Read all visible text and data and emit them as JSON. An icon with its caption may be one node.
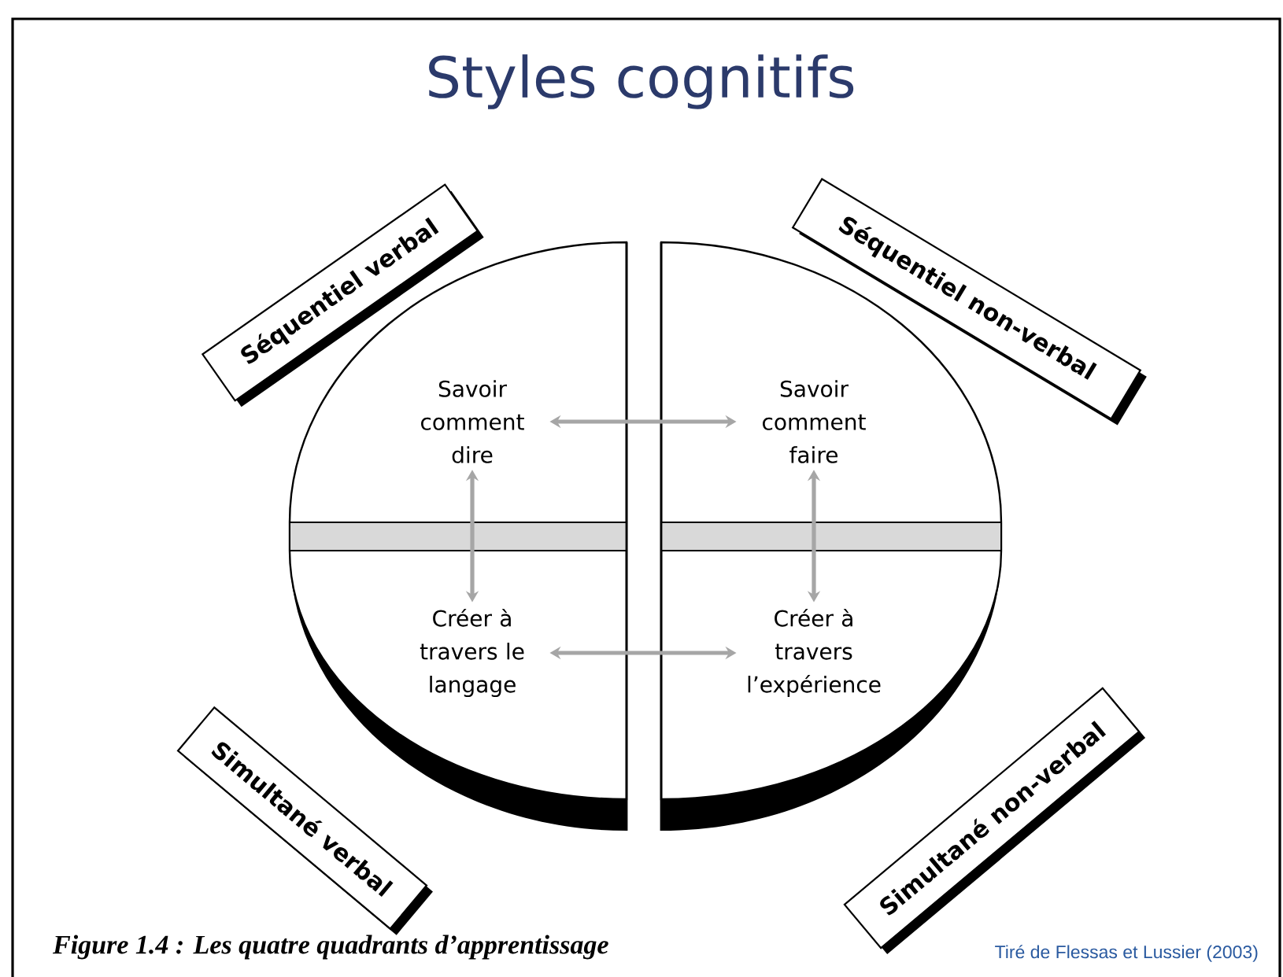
{
  "diagram": {
    "title": "Styles cognitifs",
    "caption": "Figure 1.4 : Les quatre quadrants d’apprentissage",
    "nodes": [
      {
        "text": [
          "Séquentiel verbal"
        ]
      },
      {
        "text": [
          "Séquentiel non-verbal"
        ]
      },
      {
        "text": [
          "Savoir comment dire"
        ]
      },
      {
        "text": [
          "Savoir comment faire"
        ]
      },
      {
        "text": [
          "Créer à travers le langage"
        ]
      },
      {
        "text": [
          "Créer à travers l’expérience"
        ]
      },
      {
        "text": [
          "Simultané verbal"
        ]
      },
      {
        "text": [
          "Simultané non-verbal"
        ]
      }
    ],
    "edges": [
      {
        "from": 2,
        "to": 3,
        "arrow": "both"
      },
      {
        "from": 2,
        "to": 4,
        "arrow": "both"
      },
      {
        "from": 3,
        "to": 5,
        "arrow": "both"
      },
      {
        "from": 4,
        "to": 5,
        "arrow": "both"
      }
    ],
    "labels": [
      "Tiré de Flessas et Lussier (2003)"
    ]
  }
}
